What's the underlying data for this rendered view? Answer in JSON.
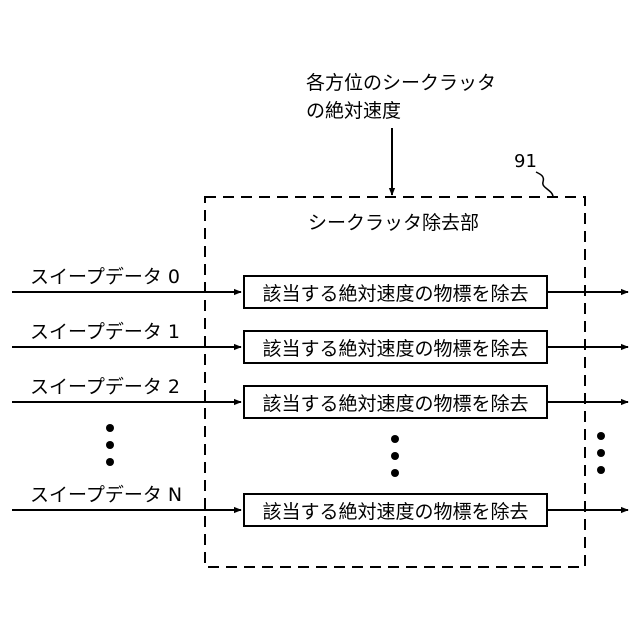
{
  "input": {
    "line1": "各方位のシークラッタ",
    "line2": "の絶対速度"
  },
  "unit": {
    "reference_numeral": "91",
    "title": "シークラッタ除去部"
  },
  "sweeps": [
    {
      "label": "スイープデータ 0",
      "process": "該当する絶対速度の物標を除去"
    },
    {
      "label": "スイープデータ 1",
      "process": "該当する絶対速度の物標を除去"
    },
    {
      "label": "スイープデータ 2",
      "process": "該当する絶対速度の物標を除去"
    },
    {
      "label": "スイープデータ N",
      "process": "該当する絶対速度の物標を除去"
    }
  ]
}
